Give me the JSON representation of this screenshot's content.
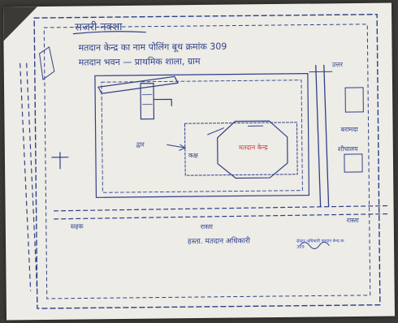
{
  "document": {
    "title": "सजरी नक्शा",
    "line1": "मतदान केन्द्र का नाम पोलिंग बूथ क्रमांक 309",
    "line2": "मतदान भवन — प्राथमिक शाला, ग्राम",
    "labels": {
      "door_left": "द्वार",
      "room_center": "मतदान केन्द्र",
      "left_room": "कक्ष",
      "north_right": "उत्तर",
      "right_label_1": "बरामदा",
      "right_label_2": "शौचालय",
      "bottom_left": "सड़क",
      "bottom_center": "रास्ता",
      "bottom_right": "रास्ता",
      "signature_line": "हस्ता. मतदान अधिकारी",
      "stamp_text": "सेक्टर अधिकारी मतदान केन्द्र क्र. 309"
    },
    "colors": {
      "paper": "#edece6",
      "ink": "#2f3f8a",
      "red_ink": "#c43a3a",
      "stamp_ink": "#2b43b8"
    }
  }
}
